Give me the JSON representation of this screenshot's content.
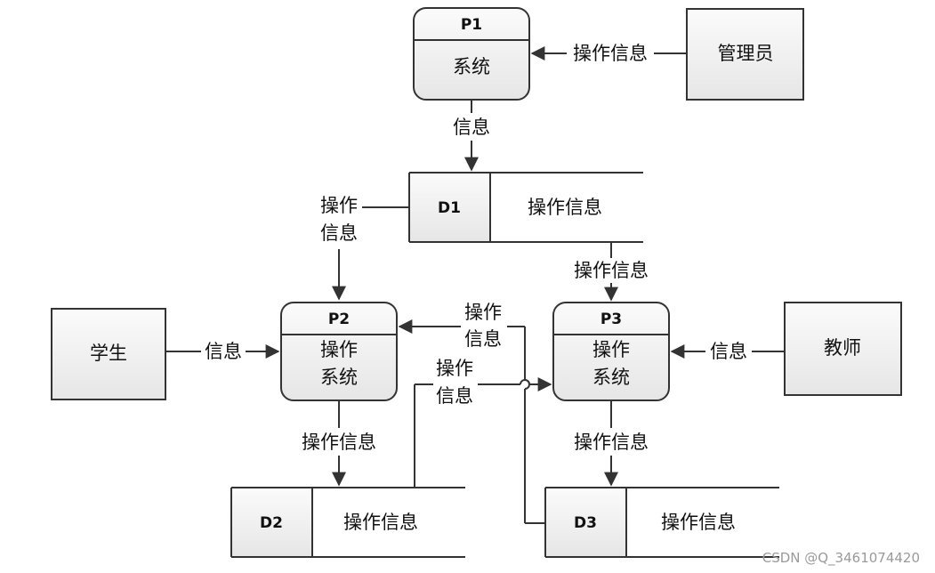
{
  "processes": {
    "p1": {
      "id": "P1",
      "name": "系统"
    },
    "p2": {
      "id": "P2",
      "line1": "操作",
      "line2": "系统"
    },
    "p3": {
      "id": "P3",
      "line1": "操作",
      "line2": "系统"
    }
  },
  "entities": {
    "admin": "管理员",
    "student": "学生",
    "teacher": "教师"
  },
  "stores": {
    "d1": {
      "id": "D1",
      "name": "操作信息"
    },
    "d2": {
      "id": "D2",
      "name": "操作信息"
    },
    "d3": {
      "id": "D3",
      "name": "操作信息"
    }
  },
  "flows": {
    "admin_to_p1": "操作信息",
    "p1_to_d1": "信息",
    "d1_to_p2_line1": "操作",
    "d1_to_p2_line2": "信息",
    "d1_to_p3": "操作信息",
    "student_to_p2": "信息",
    "p3_to_p2_line1": "操作",
    "p3_to_p2_line2": "信息",
    "d2_to_p3_line1": "操作",
    "d2_to_p3_line2": "信息",
    "teacher_to_p3": "信息",
    "p2_to_d2": "操作信息",
    "p3_to_d3": "操作信息"
  },
  "watermark": "CSDN @Q_3461074420"
}
